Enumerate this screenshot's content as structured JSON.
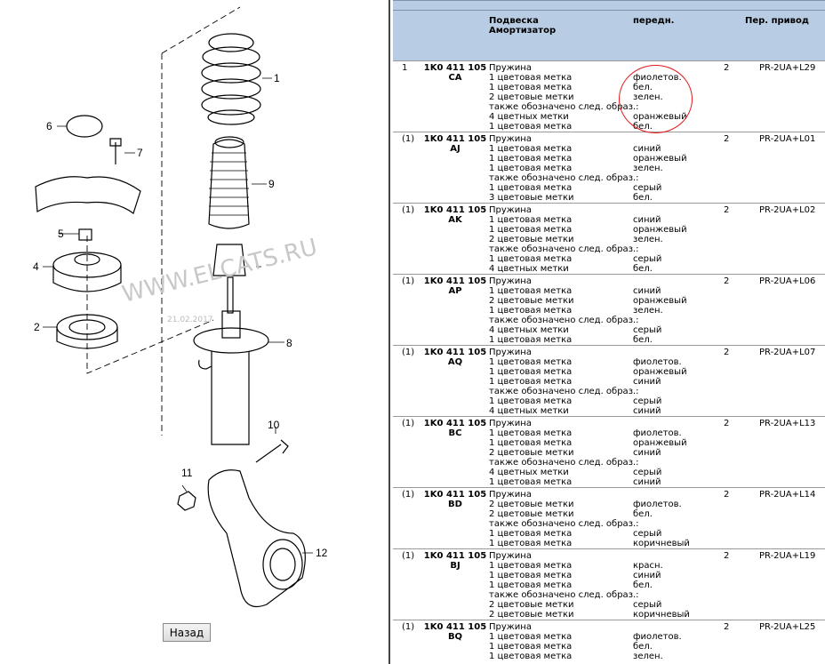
{
  "diagram": {
    "callouts": [
      "1",
      "2",
      "4",
      "5",
      "6",
      "7",
      "8",
      "9",
      "10",
      "11",
      "12"
    ],
    "watermark": "WWW.ELCATS.RU",
    "watermark_date": "21.02.2017"
  },
  "back_button": "Назад",
  "table_header": {
    "col_name": "Подвеска\nАмортизатор",
    "col_location": "передн.",
    "col_spec": "Пер. привод"
  },
  "rows": [
    {
      "index": "1",
      "part": "1K0 411 105",
      "suffix": "CA",
      "lines": [
        "Пружина",
        "1 цветовая метка",
        "1 цветовая метка",
        "2 цветовые метки",
        "также обозначено след. образ.:",
        "4 цветных метки",
        "1 цветовая метка"
      ],
      "values": [
        "",
        "фиолетов.",
        "бел.",
        "зелен.",
        "",
        "оранжевый",
        "бел."
      ],
      "qty": "2",
      "code": "PR-2UA+L29"
    },
    {
      "index": "(1)",
      "part": "1K0 411 105",
      "suffix": "AJ",
      "lines": [
        "Пружина",
        "1 цветовая метка",
        "1 цветовая метка",
        "1 цветовая метка",
        "также обозначено след. образ.:",
        "1 цветовая метка",
        "3 цветовые метки"
      ],
      "values": [
        "",
        "синий",
        "оранжевый",
        "зелен.",
        "",
        "серый",
        "бел."
      ],
      "qty": "2",
      "code": "PR-2UA+L01"
    },
    {
      "index": "(1)",
      "part": "1K0 411 105",
      "suffix": "AK",
      "lines": [
        "Пружина",
        "1 цветовая метка",
        "1 цветовая метка",
        "2 цветовые метки",
        "также обозначено след. образ.:",
        "1 цветовая метка",
        "4 цветных метки"
      ],
      "values": [
        "",
        "синий",
        "оранжевый",
        "зелен.",
        "",
        "серый",
        "бел."
      ],
      "qty": "2",
      "code": "PR-2UA+L02"
    },
    {
      "index": "(1)",
      "part": "1K0 411 105",
      "suffix": "AP",
      "lines": [
        "Пружина",
        "1 цветовая метка",
        "2 цветовые метки",
        "1 цветовая метка",
        "также обозначено след. образ.:",
        "4 цветных метки",
        "1 цветовая метка"
      ],
      "values": [
        "",
        "синий",
        "оранжевый",
        "зелен.",
        "",
        "серый",
        "бел."
      ],
      "qty": "2",
      "code": "PR-2UA+L06"
    },
    {
      "index": "(1)",
      "part": "1K0 411 105",
      "suffix": "AQ",
      "lines": [
        "Пружина",
        "1 цветовая метка",
        "1 цветовая метка",
        "1 цветовая метка",
        "также обозначено след. образ.:",
        "1 цветовая метка",
        "4 цветных метки"
      ],
      "values": [
        "",
        "фиолетов.",
        "оранжевый",
        "синий",
        "",
        "серый",
        "синий"
      ],
      "qty": "2",
      "code": "PR-2UA+L07"
    },
    {
      "index": "(1)",
      "part": "1K0 411 105",
      "suffix": "BC",
      "lines": [
        "Пружина",
        "1 цветовая метка",
        "1 цветовая метка",
        "2 цветовые метки",
        "также обозначено след. образ.:",
        "4 цветных метки",
        "1 цветовая метка"
      ],
      "values": [
        "",
        "фиолетов.",
        "оранжевый",
        "синий",
        "",
        "серый",
        "синий"
      ],
      "qty": "2",
      "code": "PR-2UA+L13"
    },
    {
      "index": "(1)",
      "part": "1K0 411 105",
      "suffix": "BD",
      "lines": [
        "Пружина",
        "2 цветовые метки",
        "2 цветовые метки",
        "также обозначено след. образ.:",
        "1 цветовая метка",
        "1 цветовая метка"
      ],
      "values": [
        "",
        "фиолетов.",
        "бел.",
        "",
        "серый",
        "коричневый"
      ],
      "qty": "2",
      "code": "PR-2UA+L14"
    },
    {
      "index": "(1)",
      "part": "1K0 411 105",
      "suffix": "BJ",
      "lines": [
        "Пружина",
        "1 цветовая метка",
        "1 цветовая метка",
        "1 цветовая метка",
        "также обозначено след. образ.:",
        "2 цветовые метки",
        "2 цветовые метки"
      ],
      "values": [
        "",
        "красн.",
        "синий",
        "бел.",
        "",
        "серый",
        "коричневый"
      ],
      "qty": "2",
      "code": "PR-2UA+L19"
    },
    {
      "index": "(1)",
      "part": "1K0 411 105",
      "suffix": "BQ",
      "lines": [
        "Пружина",
        "1 цветовая метка",
        "1 цветовая метка",
        "1 цветовая метка"
      ],
      "values": [
        "",
        "фиолетов.",
        "бел.",
        "зелен."
      ],
      "qty": "2",
      "code": "PR-2UA+L25"
    }
  ],
  "colors": {
    "header_bg": "#b8cce4",
    "highlight_circle": "#e5171d"
  }
}
